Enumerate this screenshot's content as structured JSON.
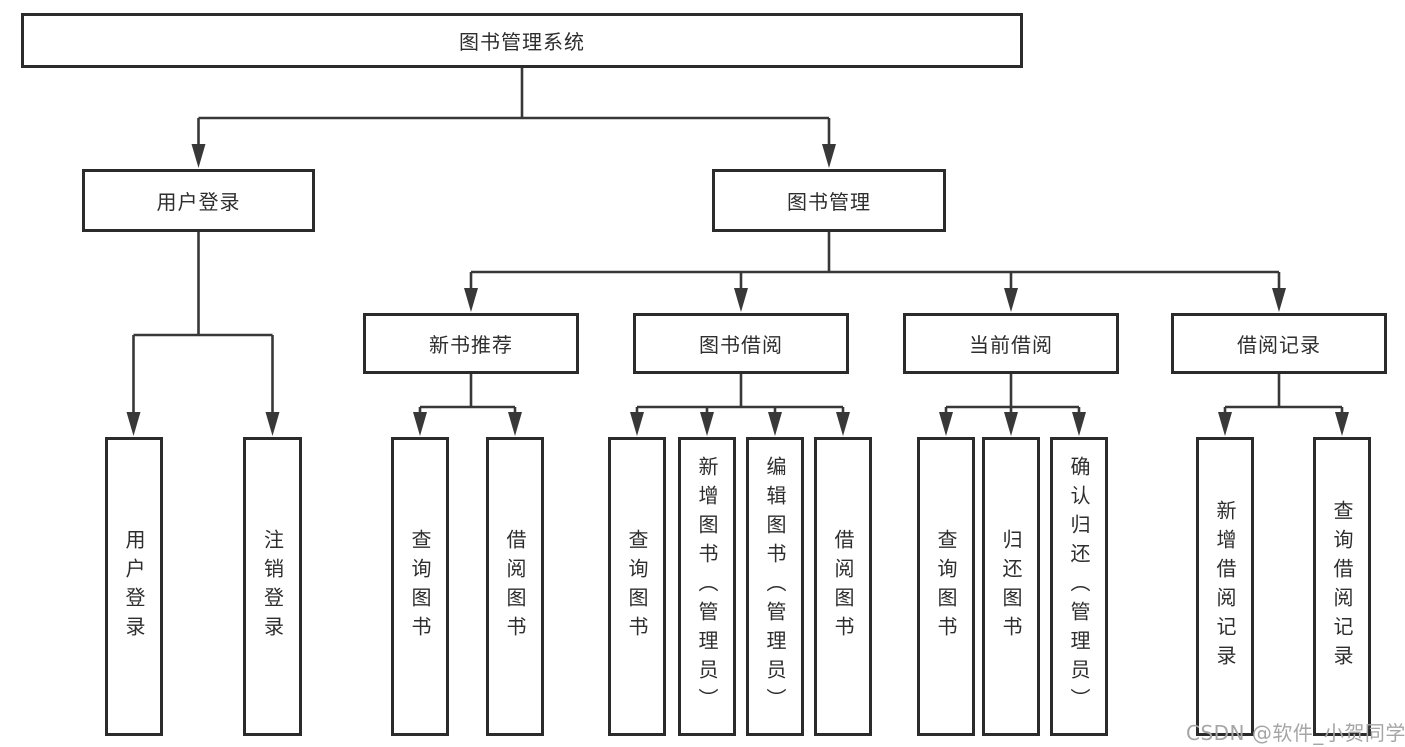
{
  "diagram": {
    "root": {
      "label": "图书管理系统"
    },
    "branches": [
      {
        "label": "用户登录",
        "leaves": [
          {
            "label": "用户登录"
          },
          {
            "label": "注销登录"
          }
        ]
      },
      {
        "label": "图书管理",
        "groups": [
          {
            "label": "新书推荐",
            "leaves": [
              {
                "label": "查询图书"
              },
              {
                "label": "借阅图书"
              }
            ]
          },
          {
            "label": "图书借阅",
            "leaves": [
              {
                "label": "查询图书"
              },
              {
                "label": "新增图书（管理员）"
              },
              {
                "label": "编辑图书（管理员）"
              },
              {
                "label": "借阅图书"
              }
            ]
          },
          {
            "label": "当前借阅",
            "leaves": [
              {
                "label": "查询图书"
              },
              {
                "label": "归还图书"
              },
              {
                "label": "确认归还（管理员）"
              }
            ]
          },
          {
            "label": "借阅记录",
            "leaves": [
              {
                "label": "新增借阅记录"
              },
              {
                "label": "查询借阅记录"
              }
            ]
          }
        ]
      }
    ],
    "colors": {
      "box_border": "#2b2b2b",
      "connector": "#383838",
      "text": "#2e2e2e",
      "watermark": "#a6a6a6",
      "background": "#ffffff"
    }
  },
  "watermark": {
    "text": "CSDN @软件_小贺同学"
  }
}
